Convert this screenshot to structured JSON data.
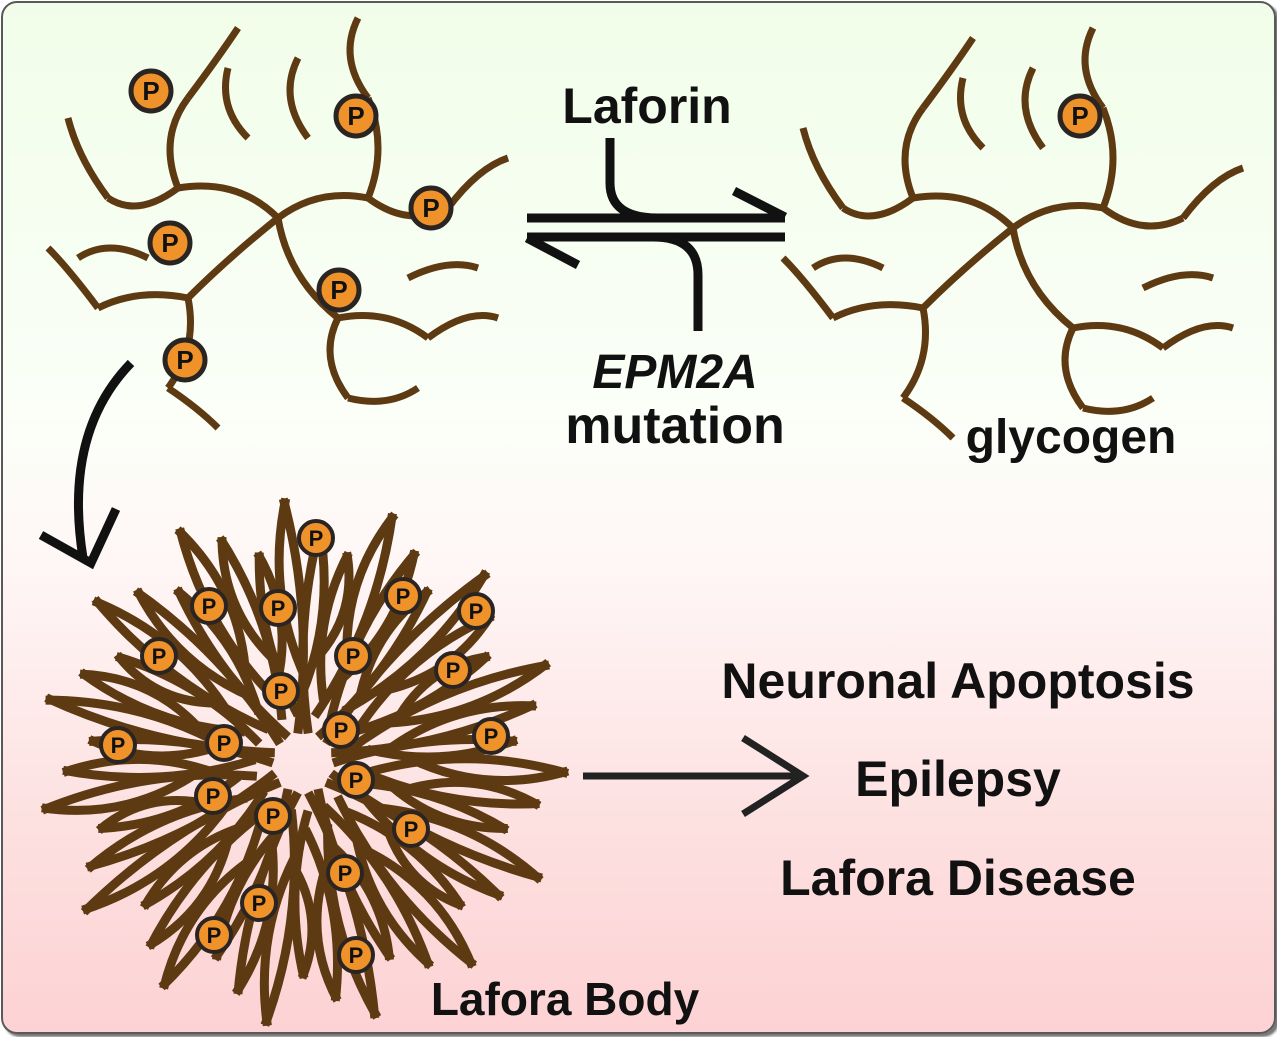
{
  "diagram": {
    "labels": {
      "enzyme": "Laforin",
      "mutation_gene": "EPM2A",
      "mutation_word": "mutation",
      "glycogen": "glycogen",
      "lafora_body": "Lafora Body"
    },
    "outcomes": [
      "Neuronal Apoptosis",
      "Epilepsy",
      "Lafora Disease"
    ],
    "phosphate_symbol": "P",
    "colors": {
      "branch": "#5e3a13",
      "phosphate_fill": "#f0922a",
      "phosphate_ring": "#2a2522",
      "arrow": "#111111",
      "bg_top": "#f1fde9",
      "bg_bottom": "#fdd2d4",
      "border": "#595959"
    }
  }
}
